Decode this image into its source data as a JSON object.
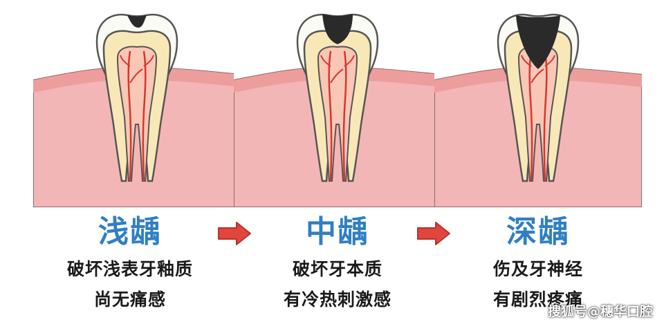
{
  "stages": [
    {
      "title": "浅龋",
      "line1": "破坏浅表牙釉质",
      "line2": "尚无痛感",
      "decay_level": 1
    },
    {
      "title": "中龋",
      "line1": "破坏牙本质",
      "line2": "有冷热刺激感",
      "decay_level": 2
    },
    {
      "title": "深龋",
      "line1": "伤及牙神经",
      "line2": "有剧烈疼痛",
      "decay_level": 3
    }
  ],
  "watermark": "搜狐号@穗华口腔",
  "colors": {
    "title_blue": "#2f7fc4",
    "gum_pink": "#f3b6b6",
    "gum_top": "#ee9d9d",
    "enamel": "#fbfbf6",
    "dentin": "#f8e8b8",
    "pulp": "#f9c7b5",
    "nerve": "#d9352f",
    "decay": "#2a2a2a",
    "arrow": "#e0463e"
  }
}
